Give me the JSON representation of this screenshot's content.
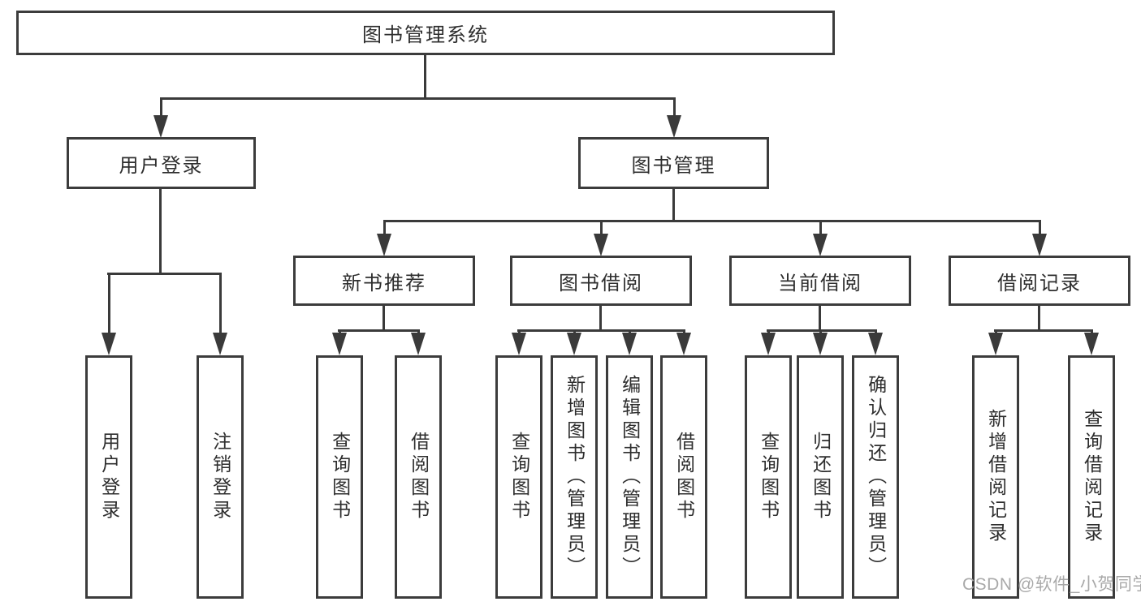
{
  "colors": {
    "line": "#3a3a3a",
    "box_border": "#3c3c3c",
    "box_fill": "#ffffff",
    "text": "#2e2e2e",
    "watermark": "#a9a9a9"
  },
  "watermark": {
    "text": "CSDN @软件_小贺同学"
  },
  "tree": {
    "label": "图书管理系统",
    "children": [
      {
        "label": "用户登录",
        "children": [
          {
            "label": "用户登录"
          },
          {
            "label": "注销登录"
          }
        ]
      },
      {
        "label": "图书管理",
        "children": [
          {
            "label": "新书推荐",
            "children": [
              {
                "label": "查询图书"
              },
              {
                "label": "借阅图书"
              }
            ]
          },
          {
            "label": "图书借阅",
            "children": [
              {
                "label": "查询图书"
              },
              {
                "label": "新增图书（管理员）"
              },
              {
                "label": "编辑图书（管理员）"
              },
              {
                "label": "借阅图书"
              }
            ]
          },
          {
            "label": "当前借阅",
            "children": [
              {
                "label": "查询图书"
              },
              {
                "label": "归还图书"
              },
              {
                "label": "确认归还（管理员）"
              }
            ]
          },
          {
            "label": "借阅记录",
            "children": [
              {
                "label": "新增借阅记录"
              },
              {
                "label": "查询借阅记录"
              }
            ]
          }
        ]
      }
    ]
  }
}
